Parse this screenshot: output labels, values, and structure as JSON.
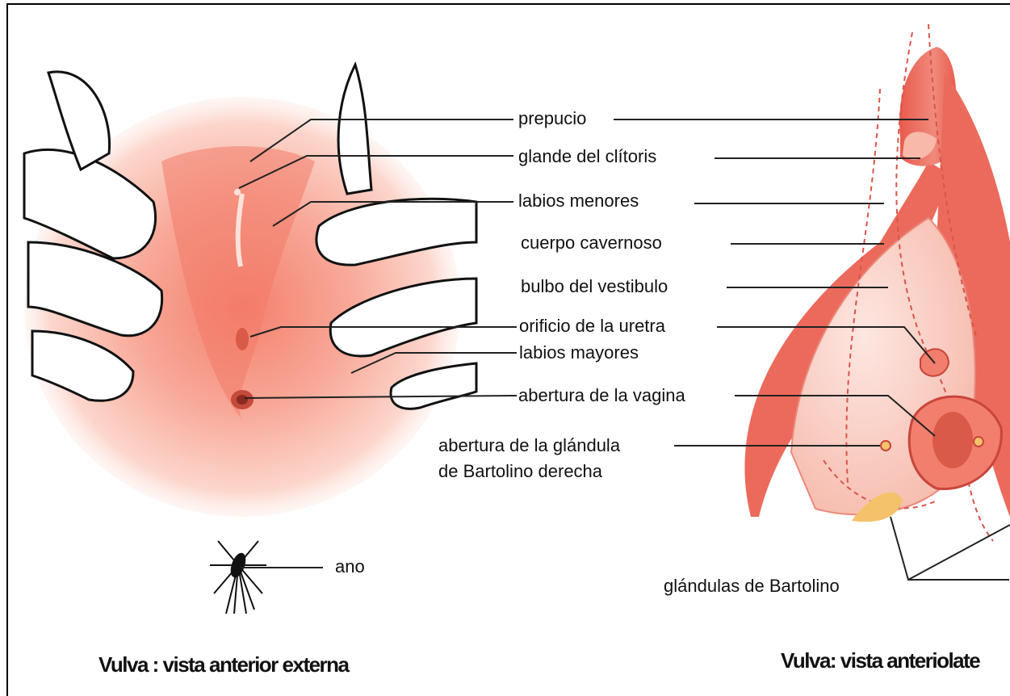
{
  "labels": {
    "prepucio": "prepucio",
    "glande": "glande del clítoris",
    "labios_menores": "labios menores",
    "cuerpo_cavernoso": "cuerpo cavernoso",
    "bulbo": "bulbo del vestibulo",
    "uretra": "orificio de la uretra",
    "labios_mayores": "labios mayores",
    "vagina": "abertura de la vagina",
    "bartolino_line1": "abertura de la glándula",
    "bartolino_line2": "de Bartolino derecha",
    "ano": "ano",
    "glandulas_bartolino": "glándulas de Bartolino"
  },
  "titles": {
    "left": "Vulva : vista anterior externa",
    "right": "Vulva: vista anteriolate"
  },
  "colors": {
    "skin_pink": "#f6b3a4",
    "tissue_red": "#ec6a5c",
    "gland_yellow": "#f4c26a",
    "leader_line": "#222222"
  }
}
